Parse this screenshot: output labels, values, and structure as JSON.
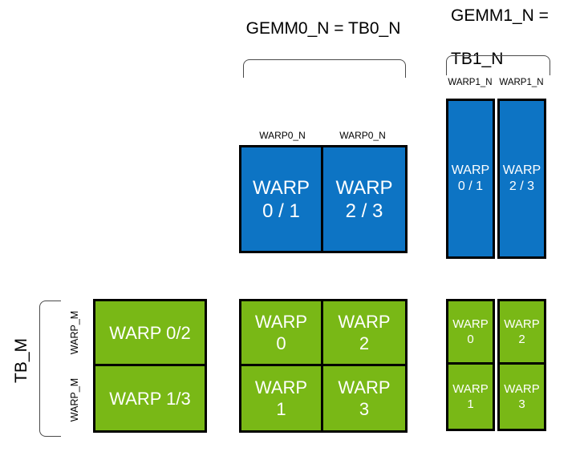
{
  "colors": {
    "blue": "#0d74c4",
    "green": "#79b816",
    "box_border": "#000000",
    "bracket": "#4a4a4a"
  },
  "headers": {
    "gemm0": "GEMM0_N = TB0_N",
    "gemm1_line1": "GEMM1_N =",
    "gemm1_line2": "TB1_N",
    "tb_m": "TB_M"
  },
  "column_labels": {
    "gemm0": [
      "WARP0_N",
      "WARP0_N"
    ],
    "gemm1": [
      "WARP1_N",
      "WARP1_N"
    ]
  },
  "row_labels": [
    "WARP_M",
    "WARP_M"
  ],
  "gemm0_accumulators": {
    "cells": [
      {
        "l1": "WARP",
        "l2": "0 / 1"
      },
      {
        "l1": "WARP",
        "l2": "2 / 3"
      }
    ]
  },
  "gemm1_accumulators": {
    "cells": [
      {
        "l1": "WARP",
        "l2": "0 / 1"
      },
      {
        "l1": "WARP",
        "l2": "2 / 3"
      }
    ]
  },
  "tb_m_rows": {
    "cells": [
      "WARP 0/2",
      "WARP 1/3"
    ]
  },
  "gemm0_warp_grid": {
    "cells": [
      {
        "l1": "WARP",
        "l2": "0"
      },
      {
        "l1": "WARP",
        "l2": "2"
      },
      {
        "l1": "WARP",
        "l2": "1"
      },
      {
        "l1": "WARP",
        "l2": "3"
      }
    ]
  },
  "gemm1_warp_grid": {
    "cells": [
      {
        "l1": "WARP",
        "l2": "0"
      },
      {
        "l1": "WARP",
        "l2": "2"
      },
      {
        "l1": "WARP",
        "l2": "1"
      },
      {
        "l1": "WARP",
        "l2": "3"
      }
    ]
  }
}
